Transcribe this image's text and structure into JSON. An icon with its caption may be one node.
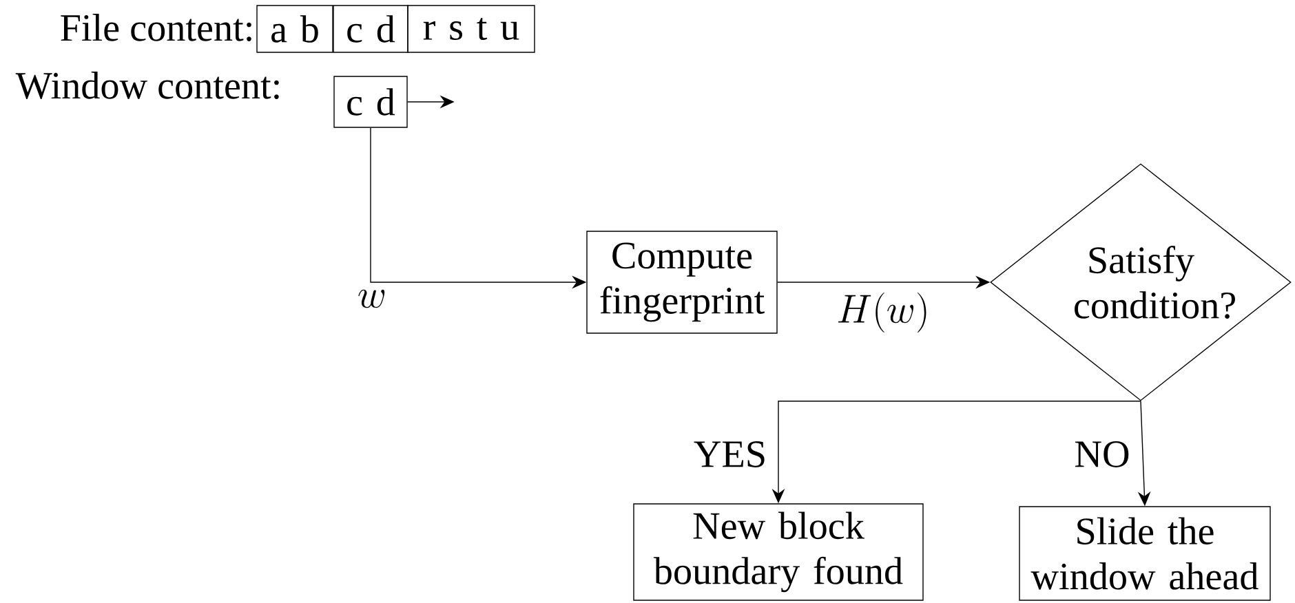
{
  "diagram": {
    "nodes": [
      {
        "text": [
          "a b"
        ]
      },
      {
        "text": [
          "c d"
        ]
      },
      {
        "text": [
          "r s t u"
        ]
      },
      {
        "text": [
          "c d"
        ]
      },
      {
        "text": [
          "Compute fingerprint"
        ]
      },
      {
        "text": [
          "Satisfy condition?"
        ]
      },
      {
        "text": [
          "New block boundary found"
        ]
      },
      {
        "text": [
          "Slide the window ahead"
        ]
      }
    ],
    "edges": [
      {
        "from": 3,
        "to": null,
        "arrow": "to"
      },
      {
        "from": 3,
        "to": 4,
        "arrow": "to",
        "label": "w"
      },
      {
        "from": 4,
        "to": 5,
        "arrow": "to",
        "label": "H(w)"
      },
      {
        "from": 5,
        "to": 6,
        "arrow": "to",
        "label": "YES"
      },
      {
        "from": 5,
        "to": 7,
        "arrow": "to",
        "label": "NO"
      }
    ],
    "labels": [
      "File content:",
      "Window content:"
    ]
  }
}
